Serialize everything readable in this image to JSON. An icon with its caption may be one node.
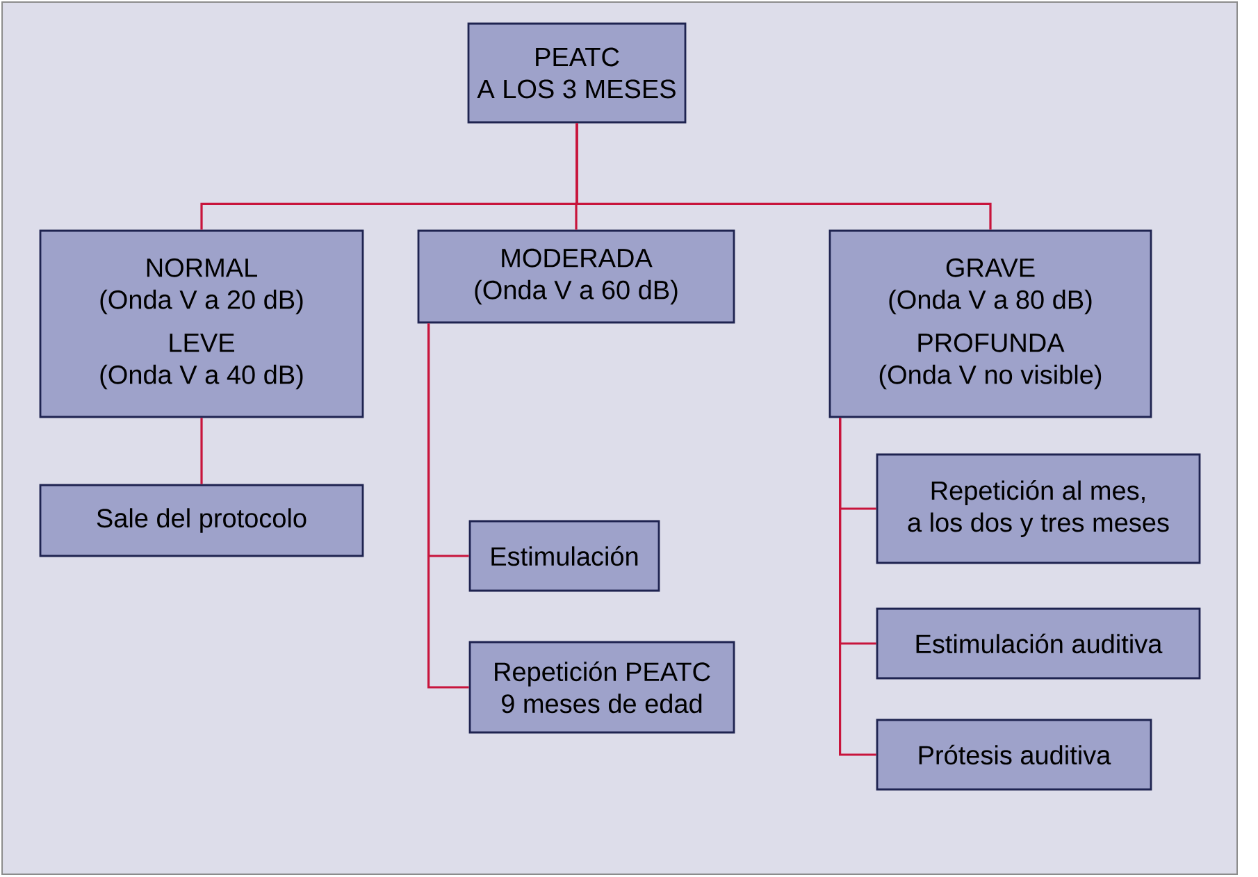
{
  "diagram": {
    "nodes": [
      {
        "text": [
          "PEATC",
          "A LOS 3 MESES"
        ]
      },
      {
        "text": [
          "NORMAL",
          "(Onda V a 20 dB)",
          "LEVE",
          "(Onda V a 40 dB)"
        ]
      },
      {
        "text": [
          "MODERADA",
          "(Onda V a 60 dB)"
        ]
      },
      {
        "text": [
          "GRAVE",
          "(Onda V a 80 dB)",
          "PROFUNDA",
          "(Onda V no visible)"
        ]
      },
      {
        "text": [
          "Sale del protocolo"
        ]
      },
      {
        "text": [
          "Estimulación"
        ]
      },
      {
        "text": [
          "Repetición PEATC",
          "9 meses de edad"
        ]
      },
      {
        "text": [
          "Repetición al mes,",
          "a los dos y tres meses"
        ]
      },
      {
        "text": [
          "Estimulación auditiva"
        ]
      },
      {
        "text": [
          "Prótesis auditiva"
        ]
      }
    ],
    "edges": [
      {
        "from": 0,
        "to": 1,
        "arrow": "none"
      },
      {
        "from": 0,
        "to": 2,
        "arrow": "none"
      },
      {
        "from": 0,
        "to": 3,
        "arrow": "none"
      },
      {
        "from": 1,
        "to": 4,
        "arrow": "none"
      },
      {
        "from": 2,
        "to": 5,
        "arrow": "none"
      },
      {
        "from": 2,
        "to": 6,
        "arrow": "none"
      },
      {
        "from": 3,
        "to": 7,
        "arrow": "none"
      },
      {
        "from": 3,
        "to": 8,
        "arrow": "none"
      },
      {
        "from": 3,
        "to": 9,
        "arrow": "none"
      }
    ]
  }
}
